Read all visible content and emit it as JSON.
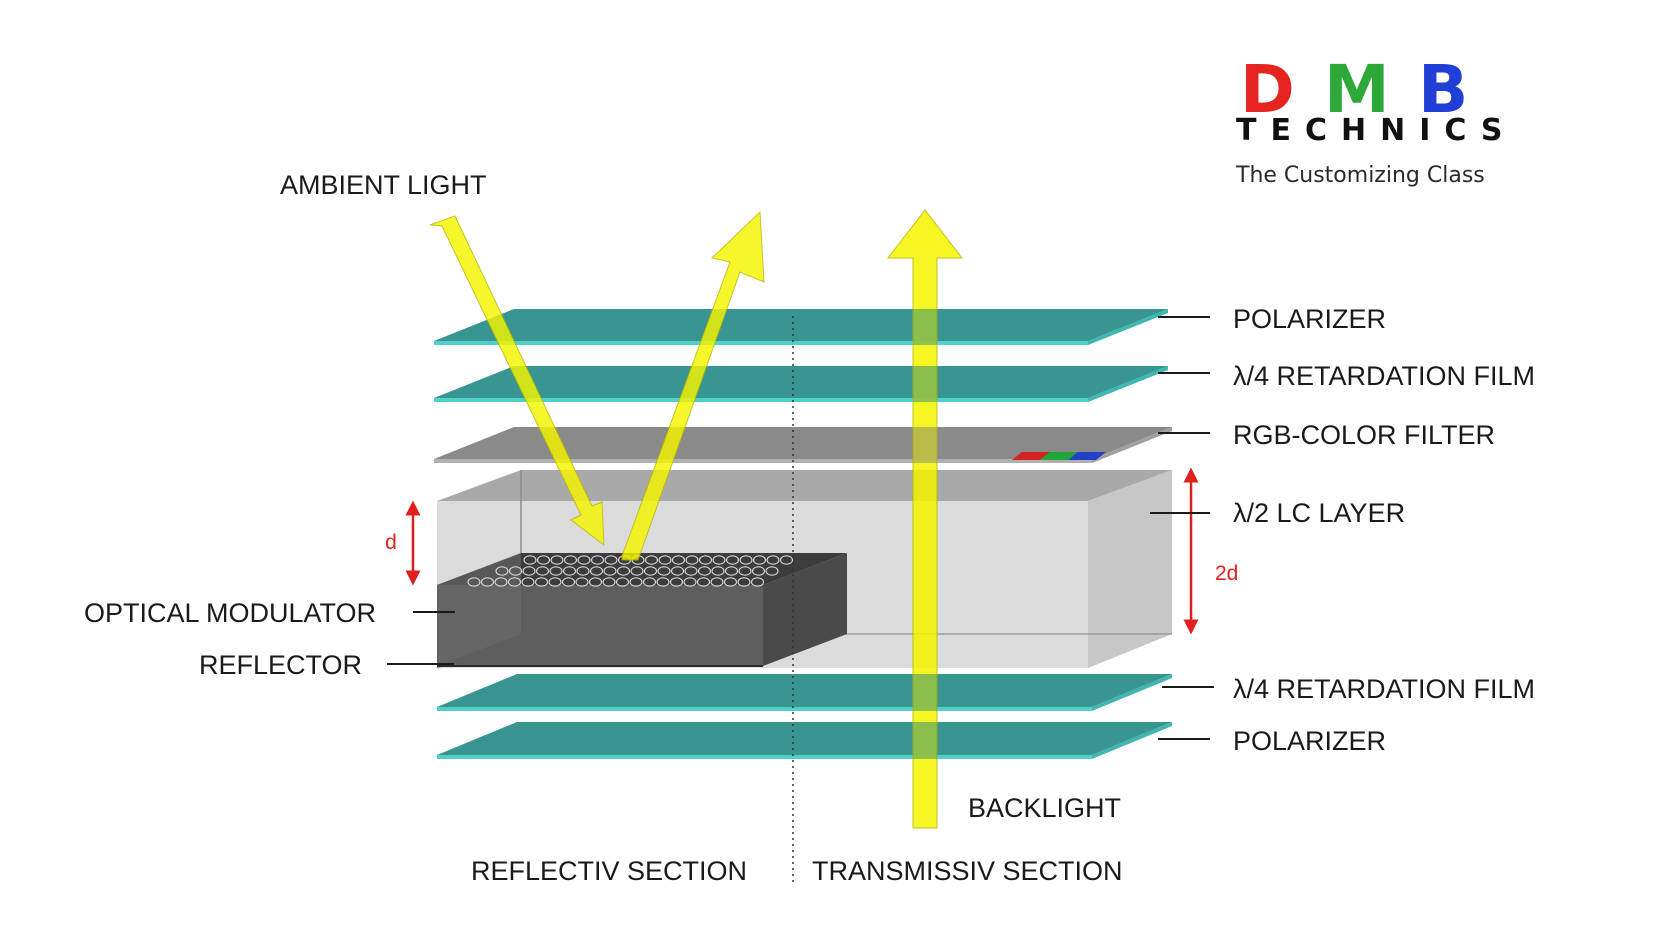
{
  "logo": {
    "letters": [
      {
        "char": "D",
        "color": "#e52420"
      },
      {
        "char": "M",
        "color": "#2ea836"
      },
      {
        "char": "B",
        "color": "#1f3fd6"
      }
    ],
    "subtitle": "TECHNICS",
    "tagline": "The Customizing Class"
  },
  "labels": {
    "ambient_light": "AMBIENT LIGHT",
    "top_polarizer": "POLARIZER",
    "top_retardation": "λ/4 RETARDATION FILM",
    "color_filter": "RGB-COLOR FILTER",
    "lc_layer": "λ/2 LC LAYER",
    "optical_modulator": "OPTICAL MODULATOR",
    "reflector": "REFLECTOR",
    "bottom_retardation": "λ/4 RETARDATION FILM",
    "bottom_polarizer": "POLARIZER",
    "backlight": "BACKLIGHT",
    "reflective_section": "REFLECTIV SECTION",
    "transmissive_section": "TRANSMISSIV SECTION"
  },
  "dimensions": {
    "cell_gap_reflective": "d",
    "cell_gap_transmissive": "2d"
  },
  "colors": {
    "film": "#2e8f8b",
    "film_edge": "#4fd1c9",
    "light": "#f5f500",
    "filter_gray": "#8a8a8a",
    "modulator_dark": "#4a4a4a",
    "dimension_red": "#e0201c"
  }
}
